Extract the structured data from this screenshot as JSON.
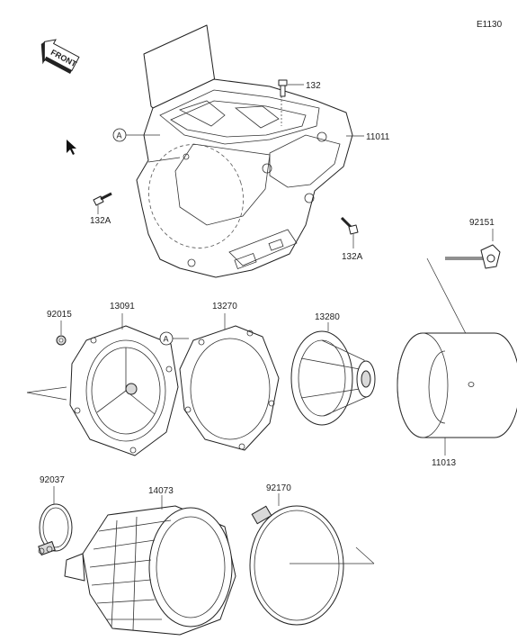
{
  "figure_code": "E1130",
  "front_arrow_text": "FRONT",
  "callout_letter": "A",
  "parts": {
    "p11011": "11011",
    "p132": "132",
    "p132a_left": "132A",
    "p132a_right": "132A",
    "p92151": "92151",
    "p92015": "92015",
    "p13091": "13091",
    "p13270": "13270",
    "p13280": "13280",
    "p11013": "11013",
    "p92037": "92037",
    "p14073": "14073",
    "p92170": "92170"
  },
  "colors": {
    "line": "#222222",
    "background": "#ffffff",
    "shade": "#d9d9d9"
  }
}
